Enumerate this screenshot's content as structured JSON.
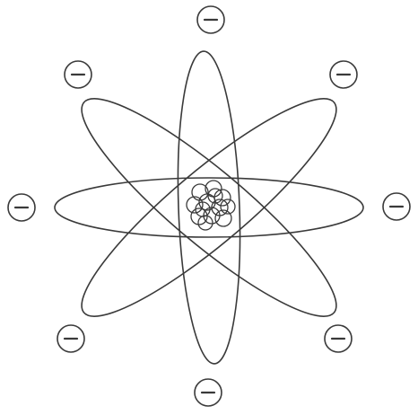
{
  "diagram": {
    "kind": "atom-model",
    "orbit_count": 4,
    "nucleon_count": 13,
    "electron_count": 8,
    "electron_symbol": "minus-sign",
    "colors": {
      "line": "#3a3a3a",
      "background": "#ffffff",
      "electron_fill": "#ffffff"
    }
  }
}
